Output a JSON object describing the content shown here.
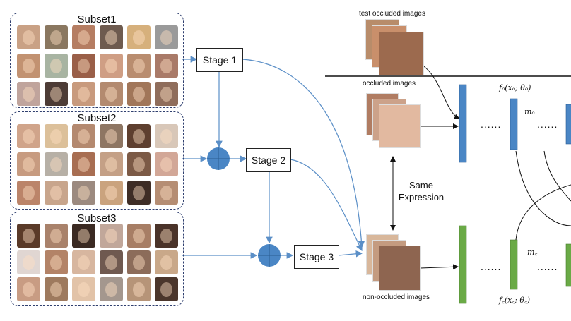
{
  "subsets": [
    {
      "title": "Subset1"
    },
    {
      "title": "Subset2"
    },
    {
      "title": "Subset3"
    }
  ],
  "stages": [
    "Stage 1",
    "Stage 2",
    "Stage 3"
  ],
  "labels": {
    "test_occluded": "test occluded images",
    "occluded": "occluded images",
    "non_occluded": "non-occluded images",
    "same_line1": "Same",
    "same_line2": "Expression",
    "dots": "......",
    "f_o": "fₒ(xₒ; θₒ)",
    "m_o": "mₒ",
    "m_c": "m꜀",
    "f_c": "f꜀(x꜀; θ꜀)"
  },
  "colors": {
    "occluded_branch": "#4a86c5",
    "non_occluded_branch": "#6aaa46",
    "arrow": "#5b8fc7",
    "dashed_border": "#2f3f6f"
  }
}
